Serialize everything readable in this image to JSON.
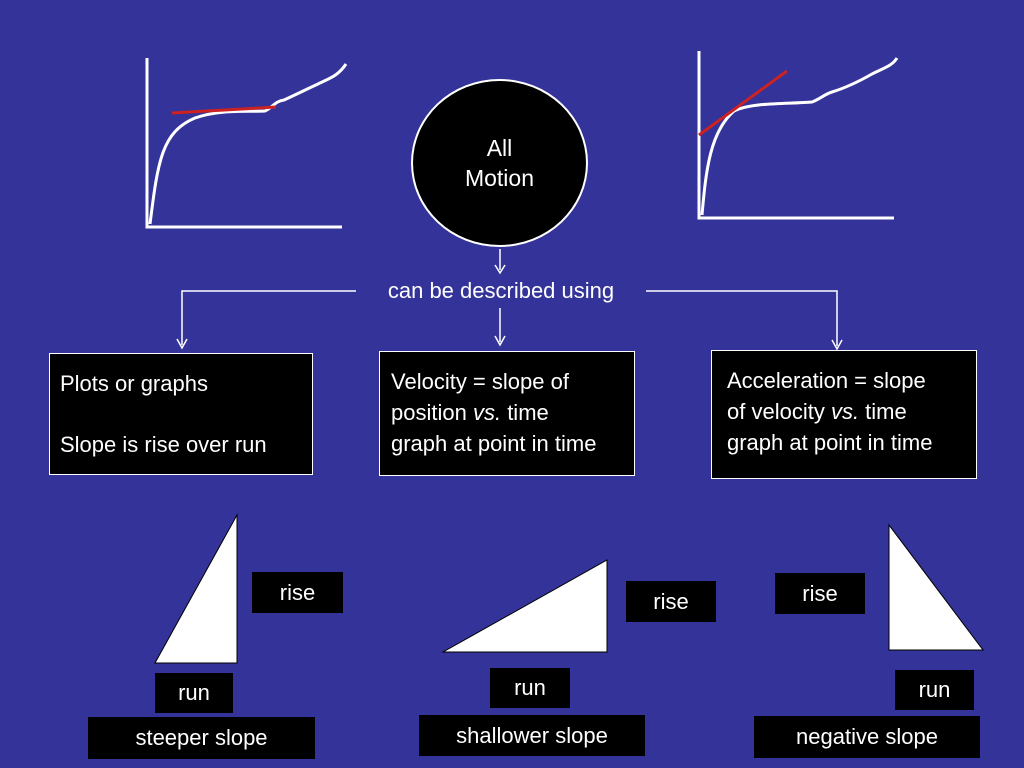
{
  "center": {
    "line1": "All",
    "line2": "Motion"
  },
  "connector": {
    "text": "can be described using"
  },
  "boxes": {
    "plots": {
      "line1": "Plots or graphs",
      "line2": "Slope is rise over run"
    },
    "velocity": {
      "line1": "Velocity = slope of",
      "line2_a": "position ",
      "line2_em": "vs.",
      "line2_b": " time",
      "line3": "graph at point in time"
    },
    "acceleration": {
      "line1": "Acceleration = slope",
      "line2_a": "of velocity ",
      "line2_em": "vs.",
      "line2_b": " time",
      "line3": "graph at point in time"
    }
  },
  "triangles": {
    "steep": {
      "rise": "rise",
      "run": "run",
      "caption": "steeper slope"
    },
    "shallow": {
      "rise": "rise",
      "run": "run",
      "caption": "shallower slope"
    },
    "negative": {
      "rise": "rise",
      "run": "run",
      "caption": "negative slope"
    }
  },
  "colors": {
    "background": "#333399",
    "box": "#000000",
    "line": "#ffffff",
    "tangent": "#cc2222"
  }
}
